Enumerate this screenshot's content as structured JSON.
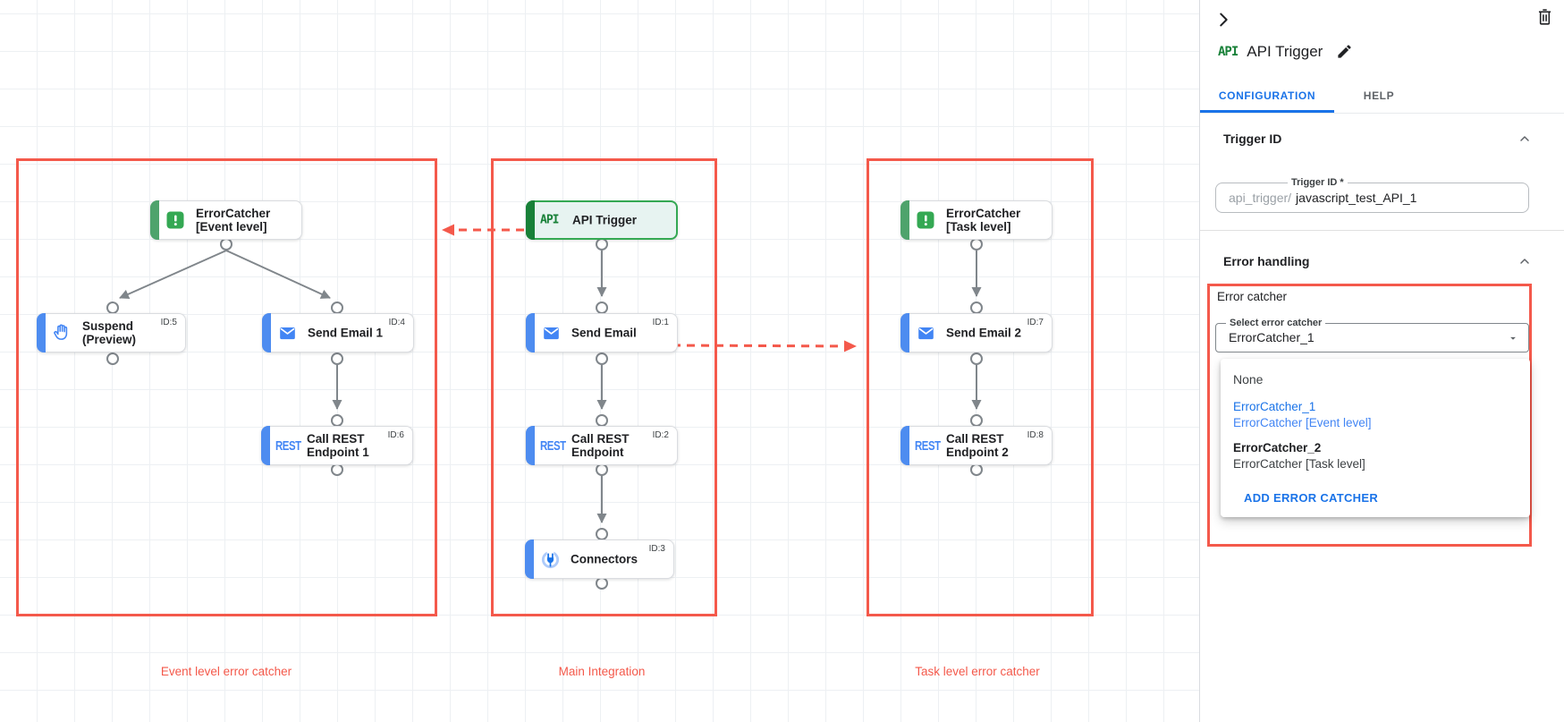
{
  "colors": {
    "annotation_red": "#f4594b",
    "dot_red": "#c5221f",
    "task_bar_blue": "#4d8cf0",
    "icon_blue": "#4285f4",
    "link_blue": "#1a73e8",
    "error_catcher_green": "#4ea36c",
    "trigger_green": "#34a853",
    "trigger_bar_green": "#188038",
    "trigger_bg": "#e7f3f1",
    "connector_gray": "#80868b"
  },
  "canvas": {
    "rest_logo": "REST",
    "api_logo": "API",
    "groups": [
      {
        "label": "Event level error catcher"
      },
      {
        "label": "Main Integration"
      },
      {
        "label": "Task level error catcher"
      }
    ],
    "nodes": [
      {
        "title": "ErrorCatcher",
        "subtitle": "[Event level]",
        "id": "",
        "icon": "error-catcher-icon"
      },
      {
        "title": "Suspend",
        "subtitle": "(Preview)",
        "id": "ID:5",
        "icon": "hand-icon"
      },
      {
        "title": "Send Email 1",
        "subtitle": "",
        "id": "ID:4",
        "icon": "email-icon"
      },
      {
        "title": "Call REST",
        "subtitle": "Endpoint 1",
        "id": "ID:6",
        "icon": "rest-icon"
      },
      {
        "title": "API Trigger",
        "subtitle": "",
        "id": "",
        "icon": "api-icon"
      },
      {
        "title": "Send Email",
        "subtitle": "",
        "id": "ID:1",
        "icon": "email-icon"
      },
      {
        "title": "Call REST",
        "subtitle": "Endpoint",
        "id": "ID:2",
        "icon": "rest-icon"
      },
      {
        "title": "Connectors",
        "subtitle": "",
        "id": "ID:3",
        "icon": "connector-icon"
      },
      {
        "title": "ErrorCatcher",
        "subtitle": "[Task level]",
        "id": "",
        "icon": "error-catcher-icon"
      },
      {
        "title": "Send Email 2",
        "subtitle": "",
        "id": "ID:7",
        "icon": "email-icon"
      },
      {
        "title": "Call REST",
        "subtitle": "Endpoint 2",
        "id": "ID:8",
        "icon": "rest-icon"
      }
    ]
  },
  "panel": {
    "header": {
      "logo": "API",
      "title": "API Trigger"
    },
    "tabs": [
      {
        "label": "CONFIGURATION",
        "active": true
      },
      {
        "label": "HELP",
        "active": false
      }
    ],
    "trigger_id": {
      "title": "Trigger ID",
      "field_label": "Trigger ID *",
      "prefix": "api_trigger/",
      "value": "javascript_test_API_1"
    },
    "error_handling": {
      "title": "Error handling",
      "group_label": "Error catcher",
      "select_label": "Select error catcher",
      "select_value": "ErrorCatcher_1",
      "menu": {
        "none_label": "None",
        "options": [
          {
            "name": "ErrorCatcher_1",
            "detail": "ErrorCatcher [Event level]"
          },
          {
            "name": "ErrorCatcher_2",
            "detail": "ErrorCatcher [Task level]"
          }
        ],
        "add_label": "ADD ERROR CATCHER"
      }
    }
  }
}
